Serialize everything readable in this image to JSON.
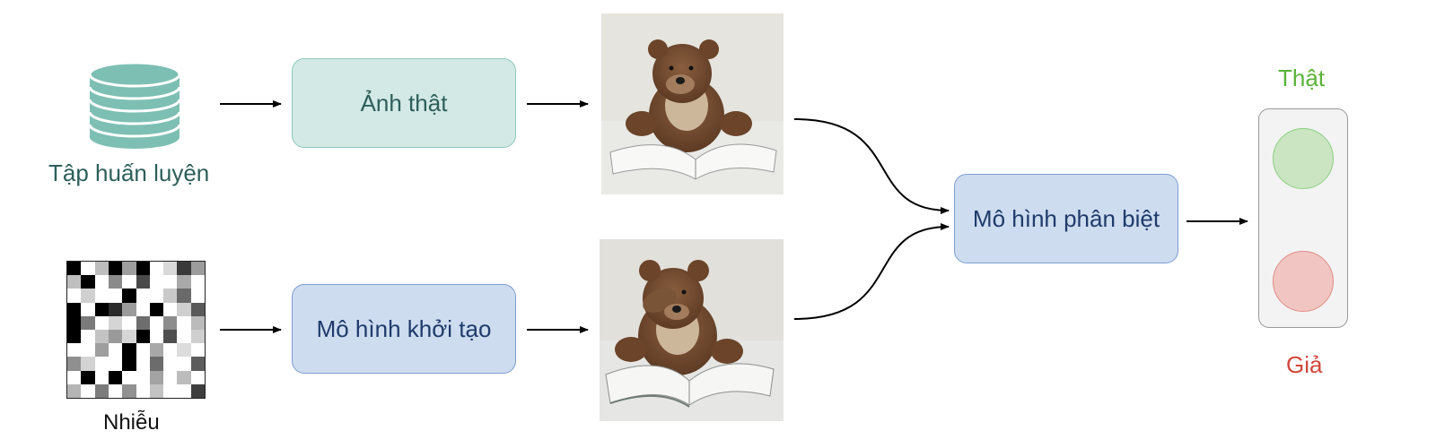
{
  "training_set": {
    "label": "Tập huấn luyện"
  },
  "noise": {
    "label": "Nhiễu",
    "cells": [
      "#000000",
      "#ffffff",
      "#bdbdbd",
      "#000000",
      "#9e9e9e",
      "#000000",
      "#ffffff",
      "#d9d9d9",
      "#3a3a3a",
      "#9c9c9c",
      "#bfbfbf",
      "#000000",
      "#ffffff",
      "#8a8a8a",
      "#ffffff",
      "#4a4a4a",
      "#ffffff",
      "#ffffff",
      "#a9a9a9",
      "#ffffff",
      "#ffffff",
      "#d0d0d0",
      "#ffffff",
      "#ffffff",
      "#000000",
      "#ffffff",
      "#ffffff",
      "#c9c9c9",
      "#6a6a6a",
      "#ffffff",
      "#000000",
      "#ffffff",
      "#000000",
      "#2b2b2b",
      "#9b9b9b",
      "#ffffff",
      "#000000",
      "#ffffff",
      "#cfcfcf",
      "#5a5a5a",
      "#000000",
      "#7a7a7a",
      "#ffffff",
      "#d5d5d5",
      "#ffffff",
      "#6e6e6e",
      "#ffffff",
      "#8c8c8c",
      "#ffffff",
      "#bbbbbb",
      "#000000",
      "#ffffff",
      "#c3c3c3",
      "#9a9a9a",
      "#d6d6d6",
      "#000000",
      "#ffffff",
      "#4e4e4e",
      "#ffffff",
      "#cfcfcf",
      "#ffffff",
      "#ffffff",
      "#9e9e9e",
      "#ffffff",
      "#000000",
      "#ffffff",
      "#a8a8a8",
      "#ffffff",
      "#dcdcdc",
      "#ffffff",
      "#8f8f8f",
      "#d3d3d3",
      "#ffffff",
      "#ffffff",
      "#000000",
      "#ffffff",
      "#6c6c6c",
      "#ffffff",
      "#ffffff",
      "#5d5d5d",
      "#ffffff",
      "#000000",
      "#ffffff",
      "#000000",
      "#ffffff",
      "#ffffff",
      "#a3a3a3",
      "#ffffff",
      "#bcbcbc",
      "#ffffff",
      "#b5b5b5",
      "#ffffff",
      "#7c7c7c",
      "#ffffff",
      "#919191",
      "#ffffff",
      "#c2c2c2",
      "#ffffff",
      "#ffffff",
      "#3e3e3e"
    ]
  },
  "real_image_box": {
    "label": "Ảnh thật"
  },
  "generator_box": {
    "label": "Mô hình khởi tạo"
  },
  "discriminator_box": {
    "label": "Mô hình phân biệt"
  },
  "output": {
    "real_label": "Thật",
    "fake_label": "Giả",
    "colors": {
      "real_text": "#5ab33a",
      "fake_text": "#d0473a",
      "real_light": "#cbe5c3",
      "real_light_border": "#8ccf80",
      "fake_light": "#f1c6c2",
      "fake_light_border": "#e08c86"
    }
  },
  "colors": {
    "green_box": "#d3e9e6",
    "blue_box": "#cddcef",
    "database": "#7dbfb3"
  }
}
